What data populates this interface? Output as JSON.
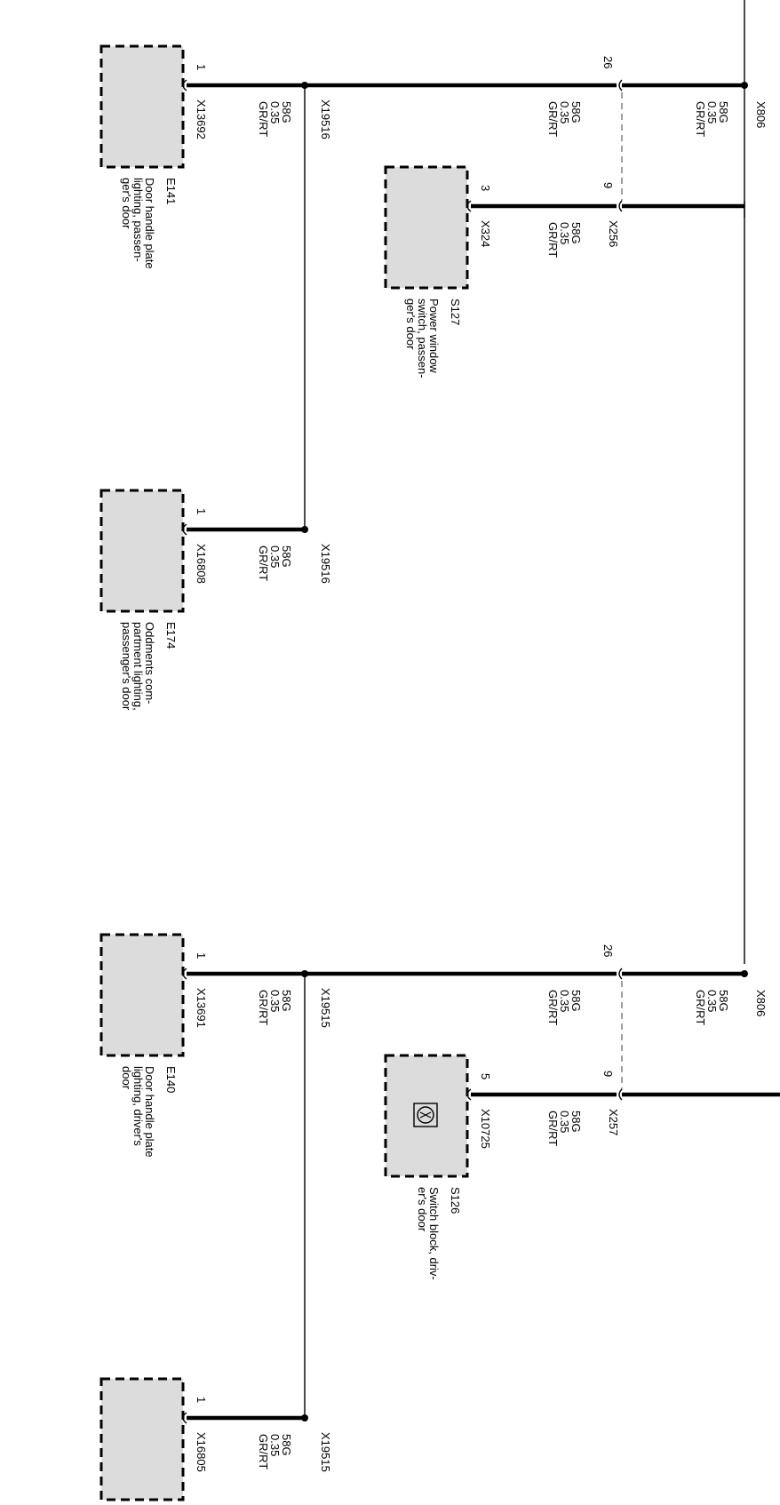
{
  "components": [
    {
      "id": "E141",
      "desc": [
        "Door handle plate",
        "lighting, passen-",
        "ger's door"
      ],
      "connector": "X13692",
      "pin": "1"
    },
    {
      "id": "E174",
      "desc": [
        "Oddments com-",
        "partment lighting,",
        "passenger's door"
      ],
      "connector": "X16808",
      "pin": "1"
    },
    {
      "id": "S127",
      "desc": [
        "Power window",
        "switch, passen-",
        "ger's door"
      ],
      "connector": "X324",
      "pin": "3"
    },
    {
      "id": "E140",
      "desc": [
        "Door handle plate",
        "lighting, driver's",
        "door"
      ],
      "connector": "X13691",
      "pin": "1"
    },
    {
      "id": "S126",
      "desc": [
        "Switch block, driv-",
        "er's door"
      ],
      "connector": "X10725",
      "pin": "5"
    },
    {
      "id": "",
      "desc": [],
      "connector": "X16805",
      "pin": "1"
    }
  ],
  "wire_spec": [
    "58G",
    "0.35",
    "GR/RT"
  ],
  "connectors": {
    "top_x806": "X806",
    "top_x806_pin": "26",
    "x256": "X256",
    "x256_pin": "9",
    "splice_a": "X19516",
    "splice_a2": "X19516",
    "bottom_x806": "X806",
    "bottom_x806_pin": "26",
    "x257": "X257",
    "x257_pin": "9",
    "splice_b": "X19515",
    "splice_b2": "X19515"
  },
  "icons": {
    "s126_symbol": "light-bulb-icon"
  }
}
